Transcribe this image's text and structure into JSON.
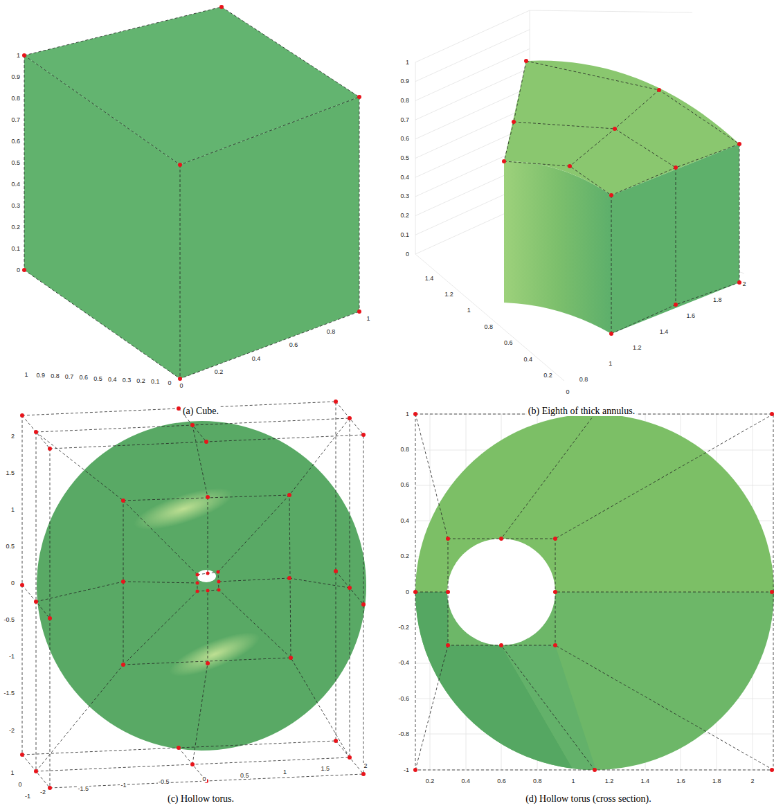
{
  "diagram": {
    "labels": [
      "1",
      "0.9",
      "0.8",
      "0.7",
      "0.6",
      "0.5",
      "0.4",
      "0.3",
      "0.2",
      "0.1",
      "0",
      "1",
      "0.9",
      "0.8",
      "0.7",
      "0.6",
      "0.5",
      "0.4",
      "0.3",
      "0.2",
      "0.1",
      "0",
      "0",
      "0.2",
      "0.4",
      "0.6",
      "0.8",
      "1",
      "(a) Cube.",
      "1",
      "0.9",
      "0.8",
      "0.7",
      "0.6",
      "0.5",
      "0.4",
      "0.3",
      "0.2",
      "0.1",
      "0",
      "1.4",
      "1.2",
      "1",
      "0.8",
      "0.6",
      "0.4",
      "0.2",
      "0",
      "0.8",
      "1",
      "1.2",
      "1.4",
      "1.6",
      "1.8",
      "2",
      "(b) Eighth of thick annulus.",
      "2",
      "1.5",
      "1",
      "0.5",
      "0",
      "-0.5",
      "-1",
      "-1.5",
      "-2",
      "1",
      "0",
      "-1",
      "-2",
      "-1.5",
      "-1",
      "-0.5",
      "0",
      "0.5",
      "1",
      "1.5",
      "2",
      "(c) Hollow torus.",
      "1",
      "0.8",
      "0.6",
      "0.4",
      "0.2",
      "0",
      "-0.2",
      "-0.4",
      "-0.6",
      "-0.8",
      "-1",
      "0.2",
      "0.4",
      "0.6",
      "0.8",
      "1",
      "1.2",
      "1.4",
      "1.6",
      "1.8",
      "2",
      "(d) Hollow torus (cross section)."
    ]
  }
}
